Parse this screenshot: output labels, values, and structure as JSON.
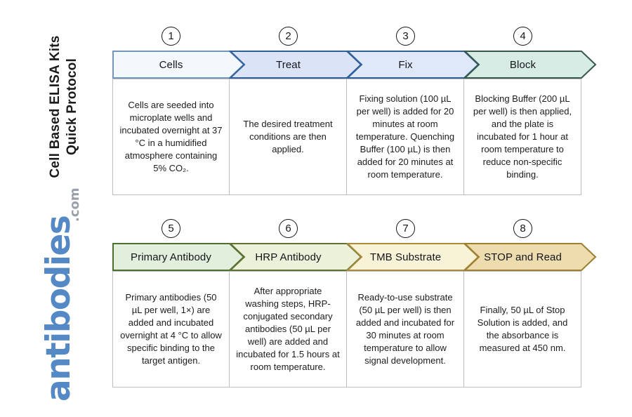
{
  "sidebar": {
    "title_line1": "Cell Based ELISA Kits",
    "title_line2": "Quick Protocol",
    "logo_text": "antibodies",
    "logo_suffix": ".com",
    "logo_color": "#5489c6",
    "logo_suffix_color": "#99a0a8"
  },
  "steps": [
    {
      "number": "1",
      "title": "Cells",
      "description": "Cells are seeded into microplate wells and incubated overnight at 37 °C in a humidified atmosphere containing 5% CO₂.",
      "fill": "#f3f8fc",
      "stroke": "#7396b8"
    },
    {
      "number": "2",
      "title": "Treat",
      "description": "The desired treatment conditions are then applied.",
      "fill": "#dbe3f7",
      "stroke": "#31609a"
    },
    {
      "number": "3",
      "title": "Fix",
      "description": "Fixing solution (100 µL per well) is added for 20 minutes at room temperature. Quenching Buffer (100 µL) is then added for 20 minutes at room temperature.",
      "fill": "#dfe8f9",
      "stroke": "#31609a"
    },
    {
      "number": "4",
      "title": "Block",
      "description": "Blocking Buffer (200 µL per well) is then applied, and the plate is incubated for 1 hour at room temperature to reduce non-specific binding.",
      "fill": "#d6ece5",
      "stroke": "#38584e"
    },
    {
      "number": "5",
      "title": "Primary Antibody",
      "description": "Primary antibodies (50 µL per well, 1×) are added and incubated overnight at 4 °C to allow specific binding to the target antigen.",
      "fill": "#e1efdc",
      "stroke": "#4c6f2e"
    },
    {
      "number": "6",
      "title": "HRP Antibody",
      "description": "After appropriate washing steps, HRP-conjugated secondary antibodies (50 µL per well) are added and incubated for 1.5 hours at room temperature.",
      "fill": "#ecf2da",
      "stroke": "#5f7231"
    },
    {
      "number": "7",
      "title": "TMB Substrate",
      "description": "Ready-to-use substrate (50 µL per well) is then added and incubated for 30 minutes at room temperature to allow signal development.",
      "fill": "#f8f3d7",
      "stroke": "#ab8c3f"
    },
    {
      "number": "8",
      "title": "STOP and Read",
      "description": "Finally, 50 µL of Stop Solution is added, and the absorbance is measured at 450 nm.",
      "fill": "#ecdcae",
      "stroke": "#9d7e33"
    }
  ]
}
